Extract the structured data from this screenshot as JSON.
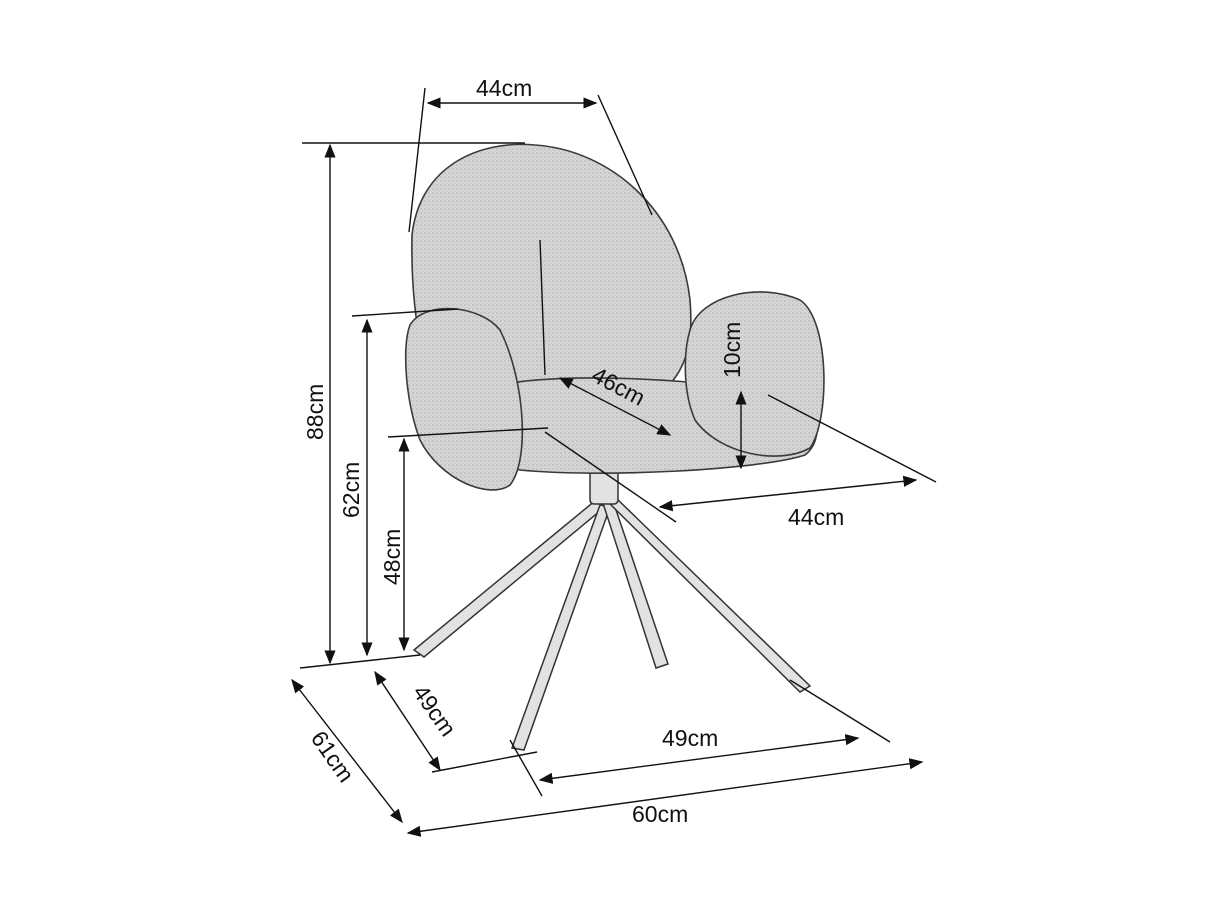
{
  "title": "Chair dimensions diagram",
  "dimensions": {
    "back_width": "44cm",
    "total_height": "88cm",
    "armrest_height": "62cm",
    "seat_height": "48cm",
    "seat_depth": "46cm",
    "armrest_above_seat": "10cm",
    "seat_width": "44cm",
    "base_depth": "49cm",
    "total_depth": "61cm",
    "base_width": "49cm",
    "total_width": "60cm"
  },
  "colors": {
    "line": "#111111",
    "upholstery": "#d4d4d4"
  }
}
